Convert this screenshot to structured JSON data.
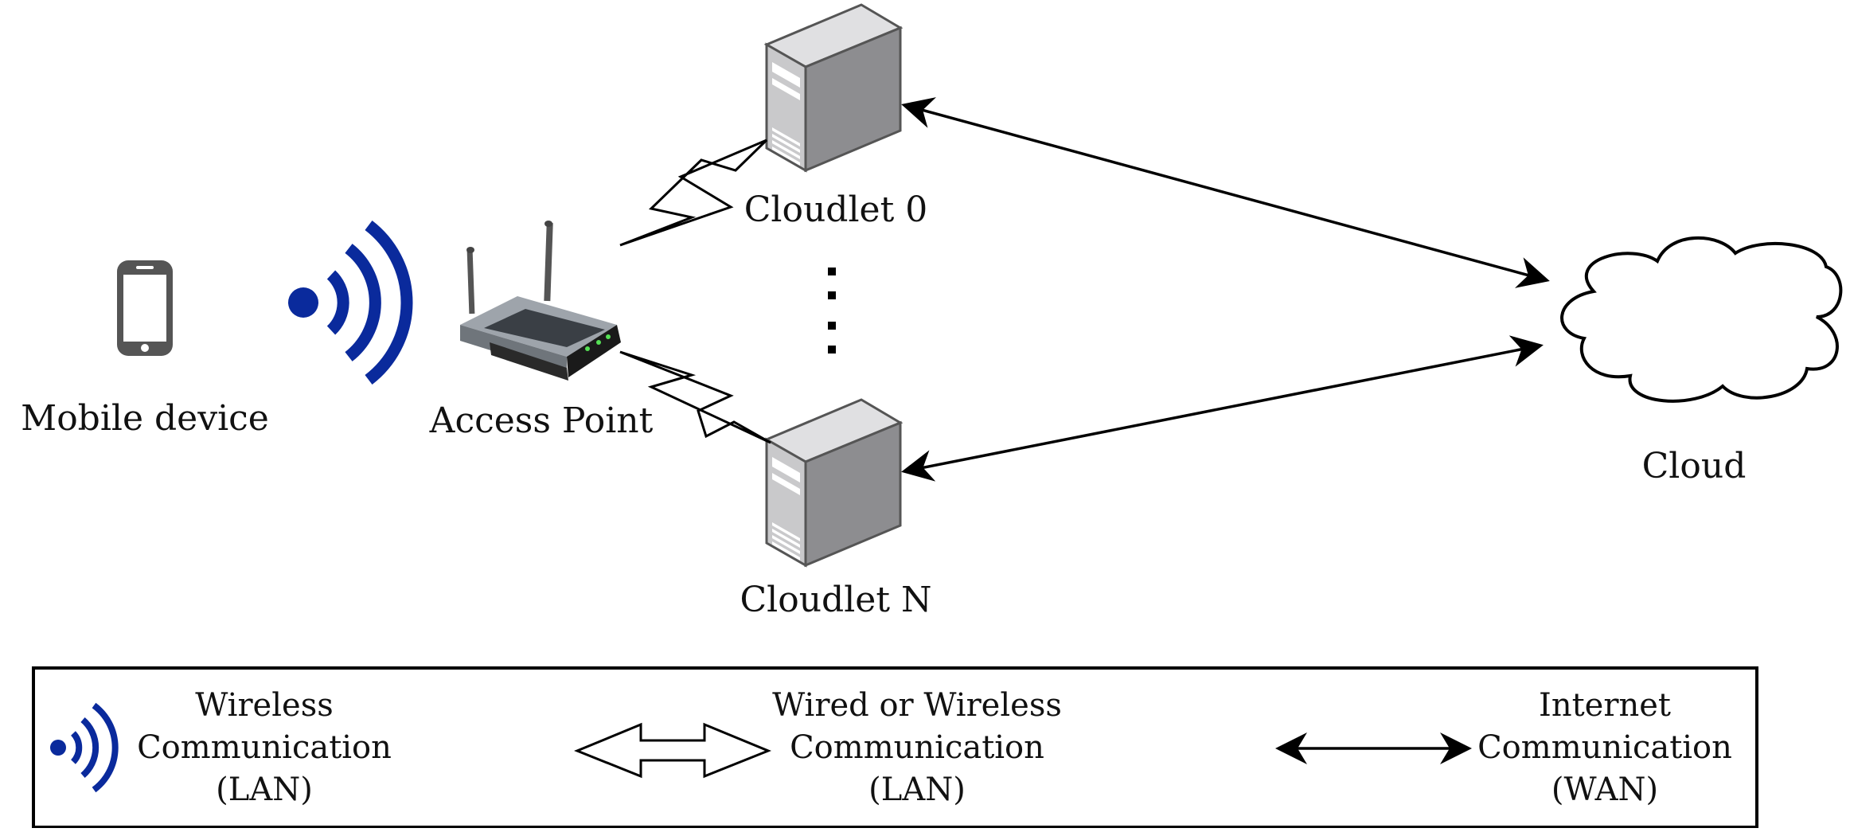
{
  "nodes": {
    "mobile": {
      "label": "Mobile device",
      "icon": "smartphone-icon"
    },
    "wifi": {
      "icon": "wifi-signal-icon"
    },
    "access_point": {
      "label": "Access Point",
      "icon": "wireless-router-icon"
    },
    "cloudlet_0": {
      "label": "Cloudlet 0",
      "icon": "server-tower-icon"
    },
    "cloudlet_n": {
      "label": "Cloudlet N",
      "icon": "server-tower-icon"
    },
    "ellipsis": {
      "icon": "vertical-ellipsis-icon"
    },
    "cloud": {
      "label": "Cloud",
      "icon": "cloud-icon"
    }
  },
  "legend": {
    "wireless": {
      "line1": "Wireless",
      "line2": "Communication",
      "line3": "(LAN)"
    },
    "wired_or_wireless": {
      "line1": "Wired or Wireless",
      "line2": "Communication",
      "line3": "(LAN)"
    },
    "internet": {
      "line1": "Internet",
      "line2": "Communication",
      "line3": "(WAN)"
    }
  },
  "colors": {
    "wifi": "#0a2a9c",
    "stroke": "#000000",
    "server_front": "#c9c9cb",
    "server_side": "#8d8d90",
    "server_top": "#e0e0e2",
    "phone": "#555555"
  }
}
